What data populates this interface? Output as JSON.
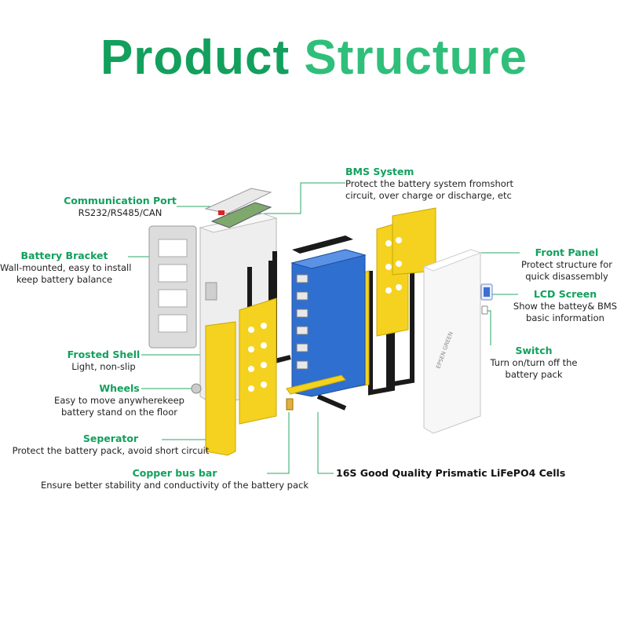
{
  "title": {
    "word1": "Product",
    "word2": "Structure"
  },
  "brand_mark": "EPSEN GREEN",
  "labels": {
    "bms": {
      "heading": "BMS System",
      "lines": [
        "Protect the battery system fromshort",
        "circuit, over charge or discharge, etc"
      ]
    },
    "comm": {
      "heading": "Communication Port",
      "lines": [
        "RS232/RS485/CAN"
      ]
    },
    "bracket": {
      "heading": "Battery Bracket",
      "lines": [
        "Wall-mounted, easy to install",
        "keep battery balance"
      ]
    },
    "front": {
      "heading": "Front Panel",
      "lines": [
        "Protect structure for",
        "quick disassembly"
      ]
    },
    "lcd": {
      "heading": "LCD Screen",
      "lines": [
        "Show the battey& BMS",
        "basic information"
      ]
    },
    "switch": {
      "heading": "Switch",
      "lines": [
        "Turn on/turn off the",
        "battery pack"
      ]
    },
    "shell": {
      "heading": "Frosted Shell",
      "lines": [
        "Light, non-slip"
      ]
    },
    "wheels": {
      "heading": "Wheels",
      "lines": [
        "Easy to move anywherekeep",
        "battery stand on the floor"
      ]
    },
    "separator": {
      "heading": "Seperator",
      "lines": [
        "Protect the battery pack, avoid short circuit"
      ]
    },
    "copper": {
      "heading": "Copper bus bar",
      "lines": [
        "Ensure better stability and conductivity of the battery pack"
      ]
    },
    "cells": {
      "heading": "16S Good Quality Prismatic LiFePO4 Cells"
    }
  },
  "colors": {
    "accent": "#12a05c",
    "accent_light": "#2fbf7a",
    "yellow": "#f4d21f",
    "cell_blue": "#2f6fd0",
    "leader": "#2aa866"
  }
}
